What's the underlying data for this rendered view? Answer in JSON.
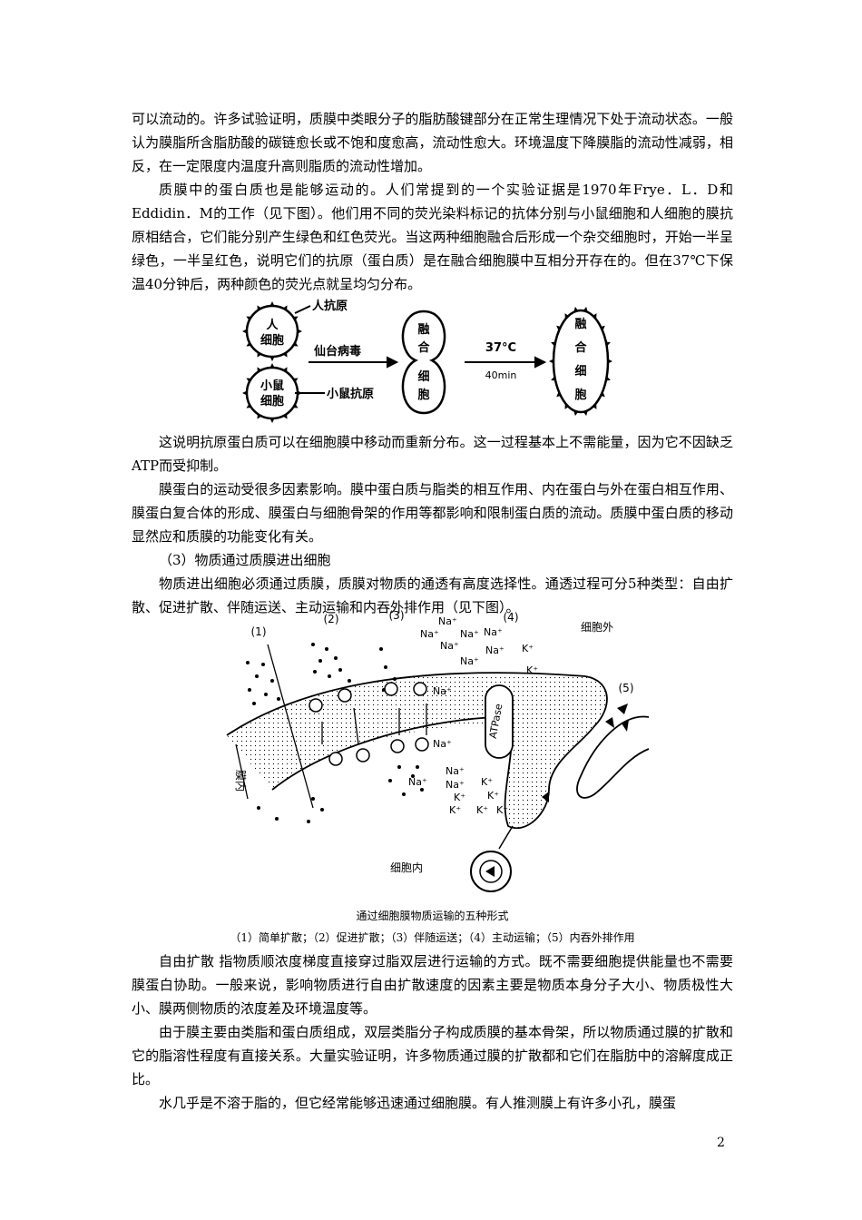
{
  "paragraphs_top": [
    "可以流动的。许多试验证明，质膜中类眼分子的脂肪酸键部分在正常生理情况下处于流动状态。一般认为膜脂所含脂肪酸的碳链愈长或不饱和度愈高，流动性愈大。环境温度下降膜脂的流动性减弱，相反，在一定限度内温度升高则脂质的流动性增加。",
    "质膜中的蛋白质也是能够运动的。人们常提到的一个实验证据是1970年Frye．L．D和Eddidin．M的工作（见下图）。他们用不同的荧光染料标记的抗体分别与小鼠细胞和人细胞的膜抗原相结合，它们能分别产生绿色和红色荧光。当这两种细胞融合后形成一个杂交细胞时，开始一半呈绿色，一半呈红色，说明它们的抗原（蛋白质）是在融合细胞膜中互相分开存在的。但在37℃下保温40分钟后，两种颜色的荧光点就呈均匀分布。"
  ],
  "fig1": {
    "human_cell_l1": "人",
    "human_cell_l2": "细胞",
    "human_antigen": "人抗原",
    "virus": "仙台病毒",
    "mouse_cell_l1": "小鼠",
    "mouse_cell_l2": "细胞",
    "mouse_antigen": "小鼠抗原",
    "fused_chars": [
      "融",
      "合",
      "细",
      "胞"
    ],
    "temp": "37°C",
    "time": "40min"
  },
  "paragraphs_mid": [
    "这说明抗原蛋白质可以在细胞膜中移动而重新分布。这一过程基本上不需能量，因为它不因缺乏ATP而受抑制。",
    "膜蛋白的运动受很多因素影响。膜中蛋白质与脂类的相互作用、内在蛋白与外在蛋白相互作用、膜蛋白复合体的形成、膜蛋白与细胞骨架的作用等都影响和限制蛋白质的流动。质膜中蛋白质的移动显然应和质膜的功能变化有关。",
    "（3）物质通过质膜进出细胞",
    "物质进出细胞必须通过质膜，质膜对物质的通透有高度选择性。通透过程可分5种类型：自由扩散、促进扩散、伴随运送、主动运输和内吞外排作用（见下图）。"
  ],
  "fig2": {
    "labels": [
      "(1)",
      "(2)",
      "(3)",
      "(4)",
      "(5)"
    ],
    "outside": "细胞外",
    "inside": "细胞内",
    "membrane": "膜内",
    "atpase": "ATPase",
    "na": "Na⁺",
    "k": "K⁺"
  },
  "caption_title": "通过细胞膜物质运输的五种形式",
  "caption_sub": "（1）简单扩散；（2）促进扩散；（3）伴随运送；（4）主动运输；（5）内吞外排作用",
  "paragraphs_bottom": [
    "自由扩散  指物质顺浓度梯度直接穿过脂双层进行运输的方式。既不需要细胞提供能量也不需要膜蛋白协助。一般来说，影响物质进行自由扩散速度的因素主要是物质本身分子大小、物质极性大小、膜两侧物质的浓度差及环境温度等。",
    "由于膜主要由类脂和蛋白质组成，双层类脂分子构成质膜的基本骨架，所以物质通过膜的扩散和它的脂溶性程度有直接关系。大量实验证明，许多物质通过膜的扩散都和它们在脂肪中的溶解度成正比。",
    "水几乎是不溶于脂的，但它经常能够迅速通过细胞膜。有人推测膜上有许多小孔，膜蛋"
  ],
  "page_number": "2"
}
